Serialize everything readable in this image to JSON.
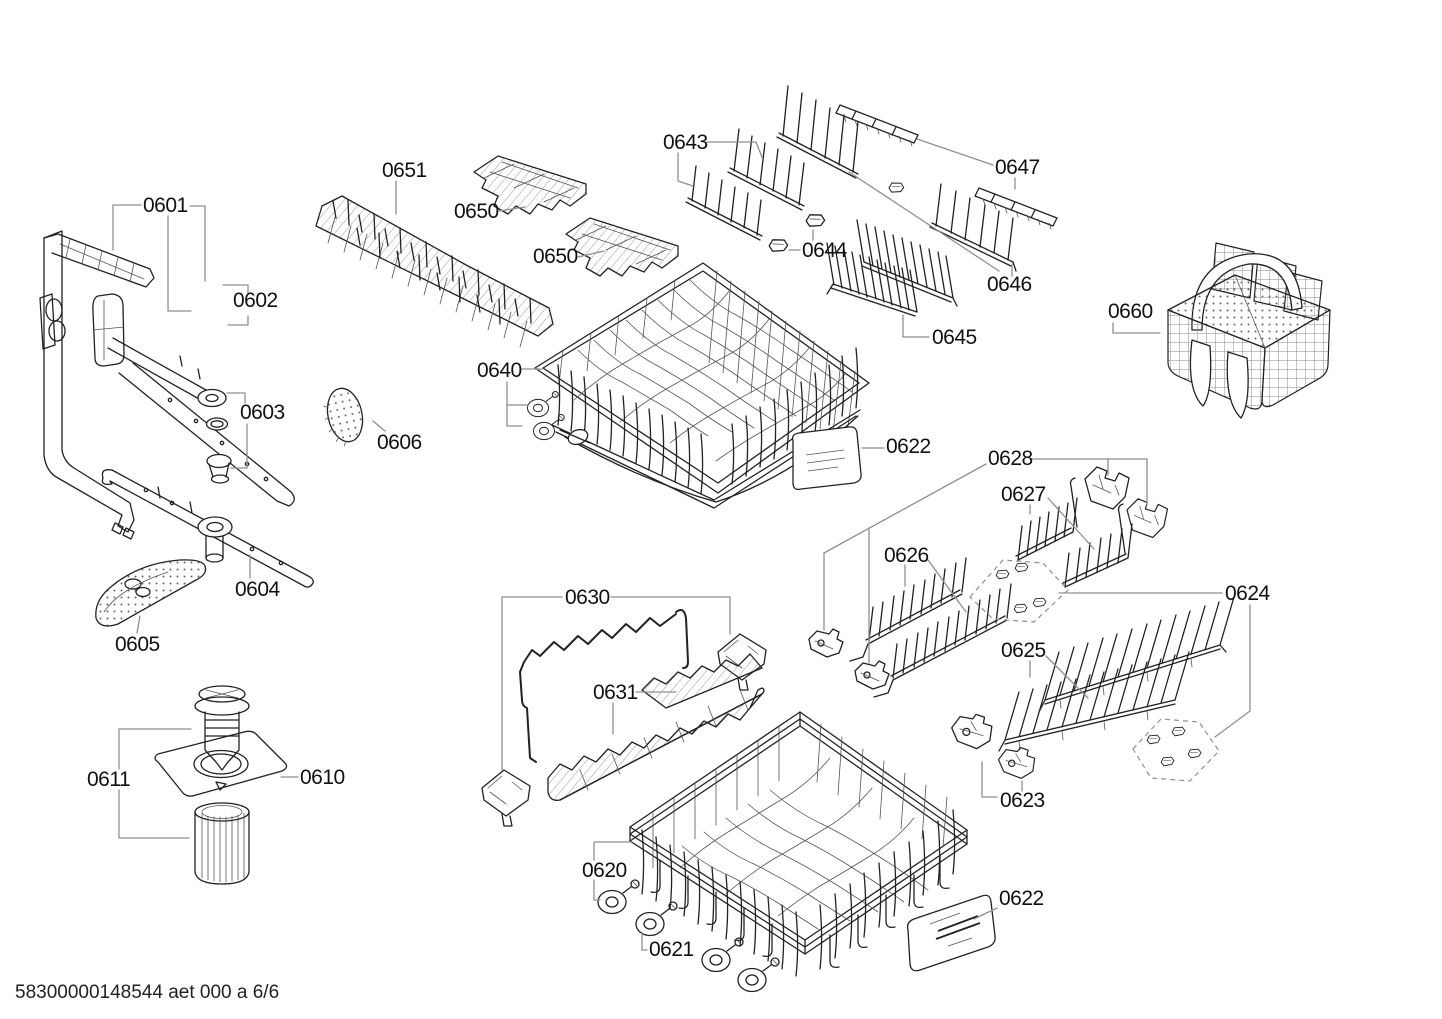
{
  "page": {
    "footer": "58300000148544 aet 000 a 6/6"
  },
  "colors": {
    "background": "#ffffff",
    "line": "#222222",
    "leader": "#8f8f8f",
    "label_text": "#111111"
  },
  "labels": {
    "l0601": "0601",
    "l0602": "0602",
    "l0603": "0603",
    "l0604": "0604",
    "l0605": "0605",
    "l0606": "0606",
    "l0610": "0610",
    "l0611": "0611",
    "l0620": "0620",
    "l0621": "0621",
    "l0622": "0622",
    "l0623": "0623",
    "l0624": "0624",
    "l0625": "0625",
    "l0626": "0626",
    "l0627": "0627",
    "l0628": "0628",
    "l0630": "0630",
    "l0631": "0631",
    "l0640": "0640",
    "l0643": "0643",
    "l0644": "0644",
    "l0645": "0645",
    "l0646": "0646",
    "l0647": "0647",
    "l0650": "0650",
    "l0651": "0651",
    "l0660": "0660"
  }
}
